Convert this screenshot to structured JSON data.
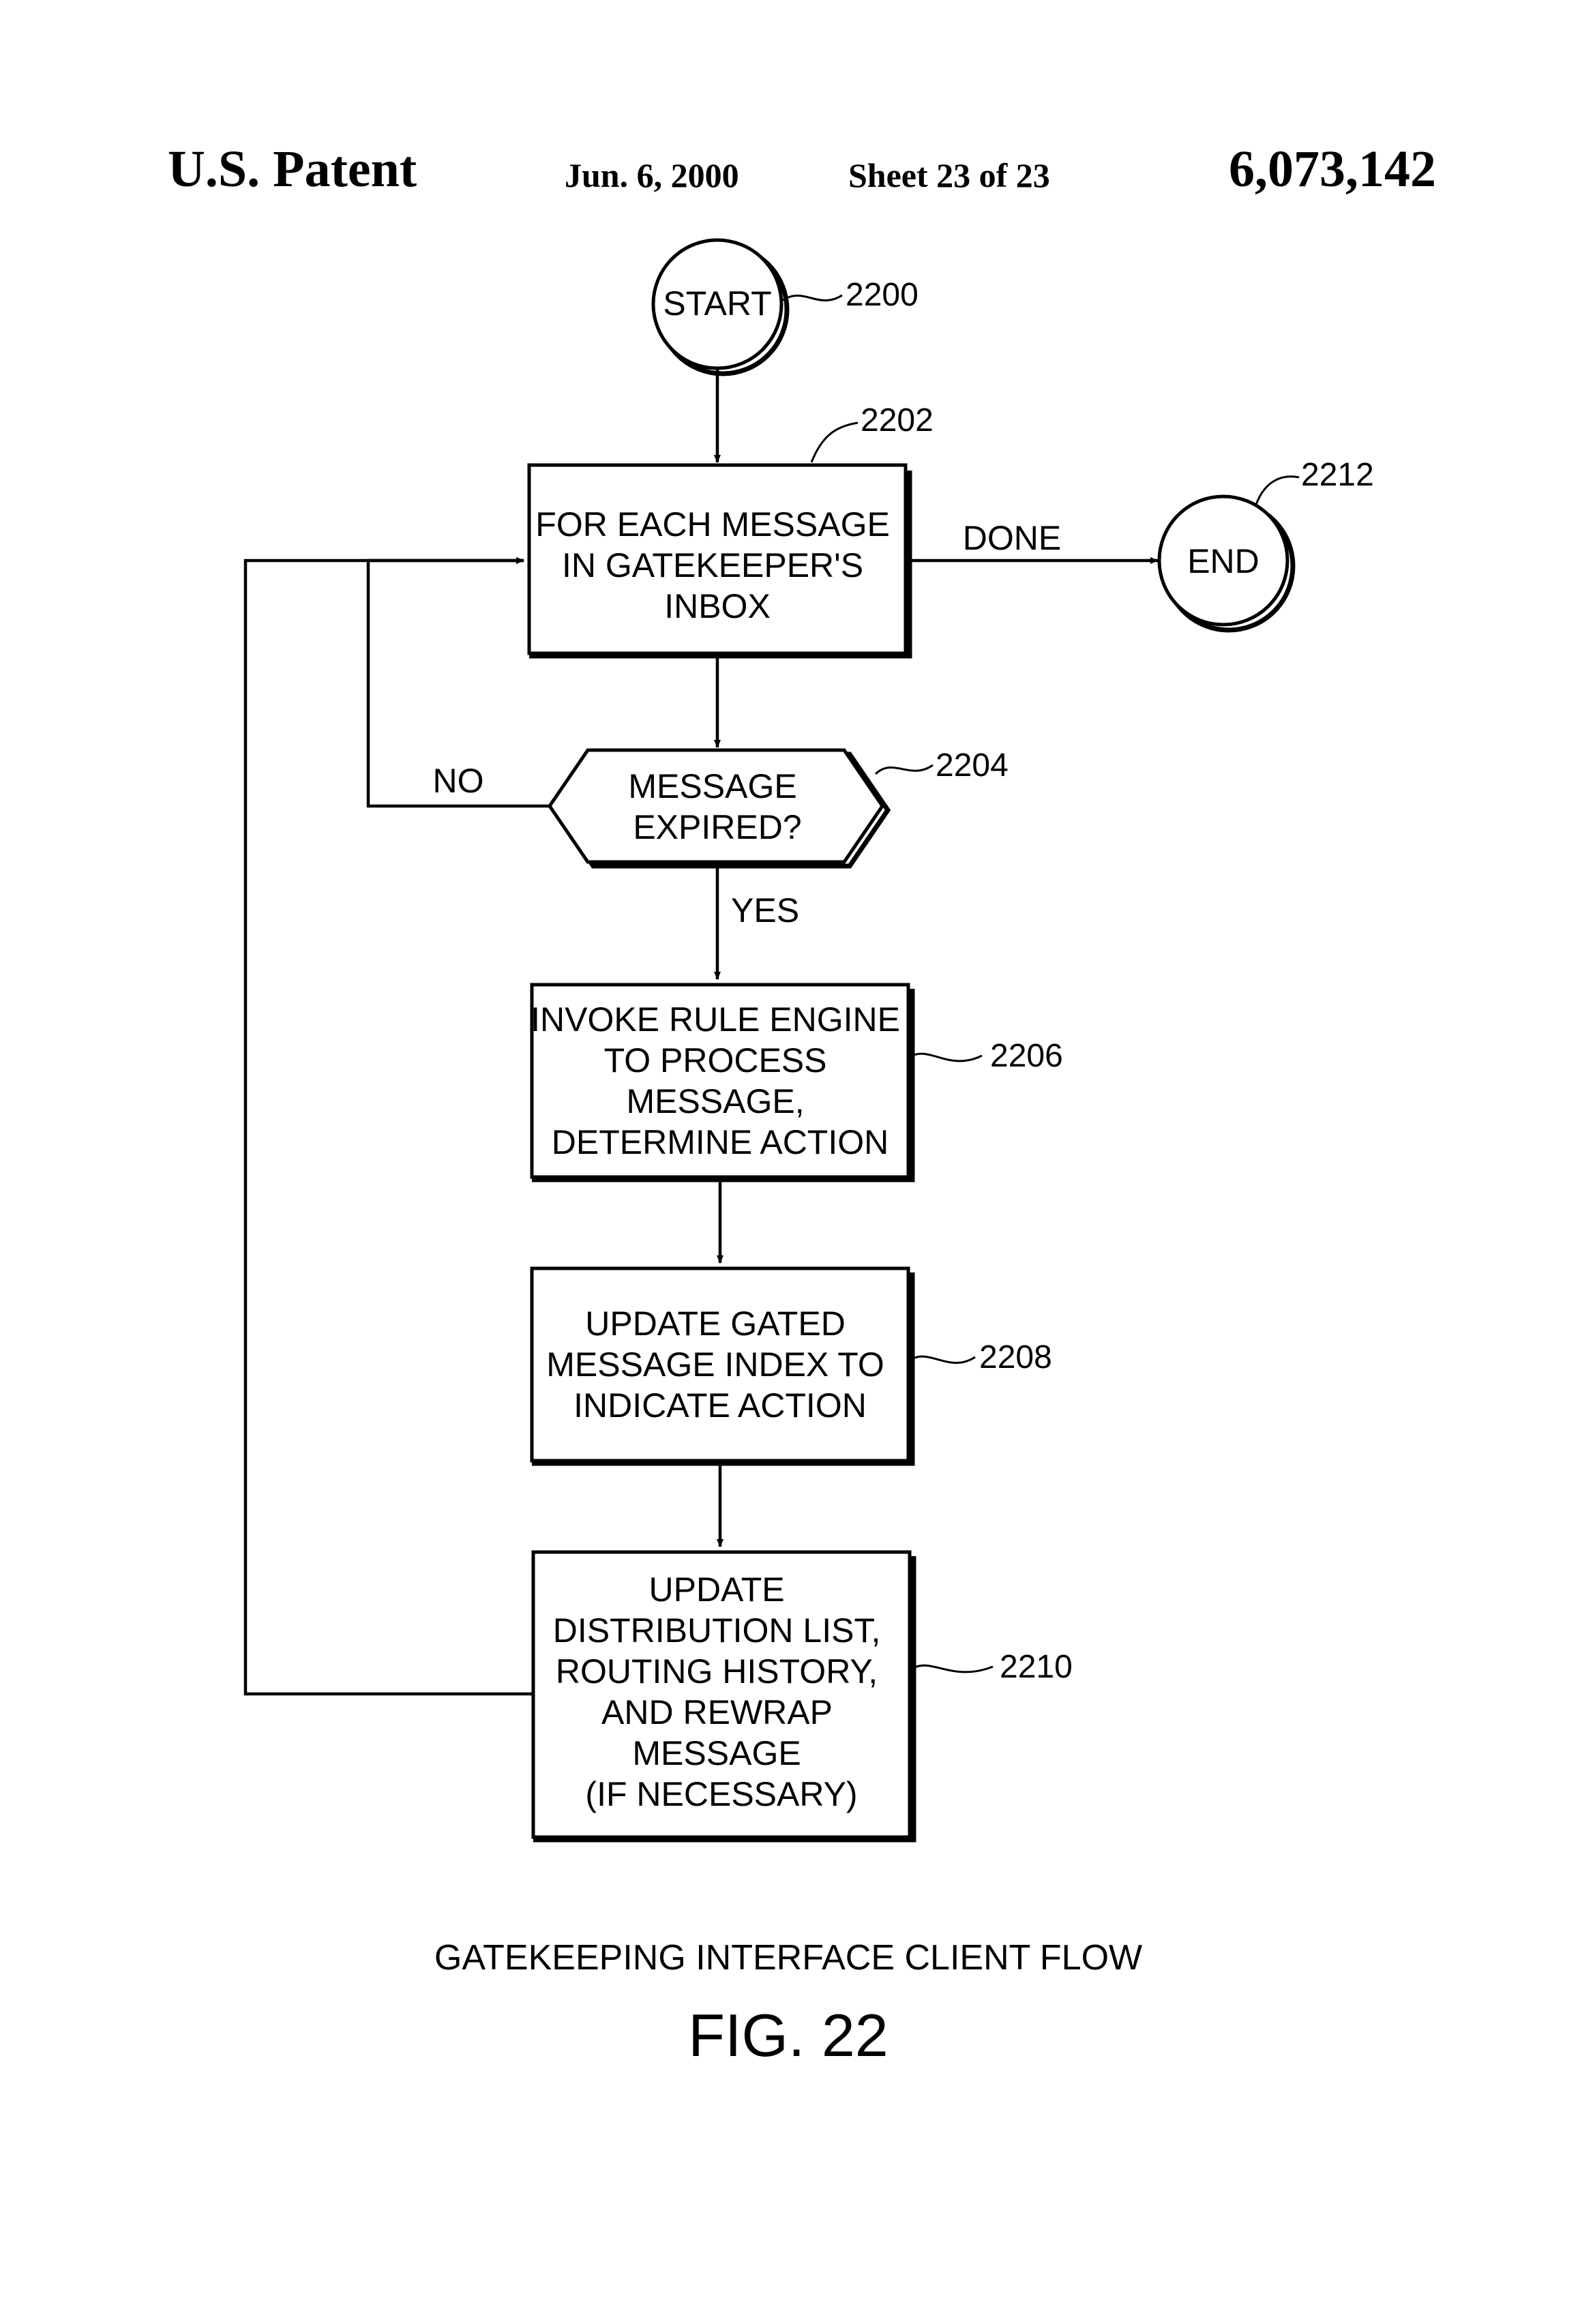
{
  "header": {
    "title": "U.S. Patent",
    "date": "Jun. 6, 2000",
    "sheet": "Sheet 23 of 23",
    "patent_number": "6,073,142"
  },
  "flowchart": {
    "start": {
      "label": "START",
      "ref": "2200"
    },
    "loop_box": {
      "lines": [
        "FOR EACH MESSAGE",
        "IN GATEKEEPER'S",
        "INBOX"
      ],
      "ref": "2202"
    },
    "end": {
      "label": "END",
      "ref": "2212"
    },
    "done_label": "DONE",
    "decision": {
      "lines": [
        "MESSAGE",
        "EXPIRED?"
      ],
      "ref": "2204"
    },
    "no_label": "NO",
    "yes_label": "YES",
    "rule_box": {
      "lines": [
        "INVOKE RULE ENGINE",
        "TO PROCESS",
        "MESSAGE,",
        "DETERMINE ACTION"
      ],
      "ref": "2206"
    },
    "index_box": {
      "lines": [
        "UPDATE GATED",
        "MESSAGE INDEX TO",
        "INDICATE ACTION"
      ],
      "ref": "2208"
    },
    "distribution_box": {
      "lines": [
        "UPDATE",
        "DISTRIBUTION LIST,",
        "ROUTING HISTORY,",
        "AND REWRAP",
        "MESSAGE",
        "(IF NECESSARY)"
      ],
      "ref": "2210"
    }
  },
  "caption": "GATEKEEPING INTERFACE CLIENT FLOW",
  "figure_label": "FIG. 22"
}
